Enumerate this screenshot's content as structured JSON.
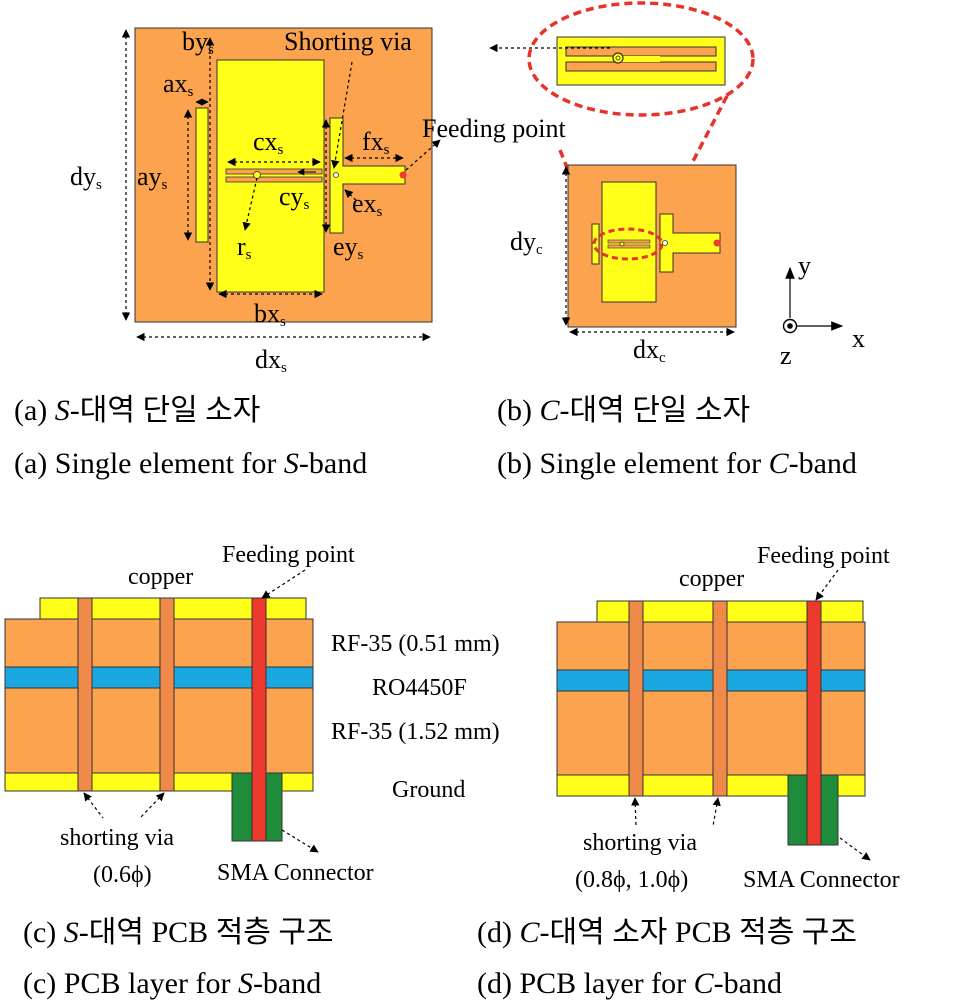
{
  "colors": {
    "substrate": "#FBA34F",
    "copper": "#FFFF1A",
    "prepreg": "#1BA8E0",
    "via": "#F08A4B",
    "feed": "#EE3A2E",
    "connector": "#1E8C3A",
    "dashed_red": "#E8322A"
  },
  "fig_a": {
    "by": "by",
    "by_sub": "s",
    "ax": "ax",
    "ax_sub": "s",
    "ay": "ay",
    "ay_sub": "s",
    "dy": "dy",
    "dy_sub": "s",
    "cx": "cx",
    "cx_sub": "s",
    "cy": "cy",
    "cy_sub": "s",
    "r": "r",
    "r_sub": "s",
    "ey": "ey",
    "ey_sub": "s",
    "ex": "ex",
    "ex_sub": "s",
    "fx": "fx",
    "fx_sub": "s",
    "bx": "bx",
    "bx_sub": "s",
    "dx": "dx",
    "dx_sub": "s",
    "shorting_via": "Shorting via",
    "feeding_point": "Feeding point",
    "caption_ko_prefix": "(a) ",
    "caption_ko_band": "S",
    "caption_ko_rest": "-대역 단일 소자",
    "caption_en_prefix": "(a) Single element for ",
    "caption_en_band": "S",
    "caption_en_rest": "-band"
  },
  "fig_b": {
    "dy": "dy",
    "dy_sub": "c",
    "dx": "dx",
    "dx_sub": "c",
    "axis_y": "y",
    "axis_x": "x",
    "axis_z": "z",
    "caption_ko_prefix": "(b) ",
    "caption_ko_band": "C",
    "caption_ko_rest": "-대역 단일 소자",
    "caption_en_prefix": "(b) Single element for ",
    "caption_en_band": "C",
    "caption_en_rest": "-band"
  },
  "stack": {
    "feeding_point_left": "Feeding point",
    "feeding_point_right": "Feeding point",
    "copper_left": "copper",
    "copper_right": "copper",
    "rf35_top": "RF-35 (0.51 mm)",
    "ro4450f": "RO4450F",
    "rf35_bottom": "RF-35 (1.52 mm)",
    "ground": "Ground",
    "shorting_via_left": "shorting via",
    "shorting_via_left_size": "(0.6ϕ)",
    "shorting_via_right": "shorting via",
    "shorting_via_right_size": "(0.8ϕ, 1.0ϕ)",
    "sma_left": "SMA Connector",
    "sma_right": "SMA Connector"
  },
  "fig_c": {
    "caption_ko_prefix": "(c) ",
    "caption_ko_band": "S",
    "caption_ko_rest": "-대역 PCB 적층 구조",
    "caption_en_prefix": "(c) PCB layer for ",
    "caption_en_band": "S",
    "caption_en_rest": "-band"
  },
  "fig_d": {
    "caption_ko_prefix": "(d) ",
    "caption_ko_band": "C",
    "caption_ko_rest": "-대역 소자 PCB 적층 구조",
    "caption_en_prefix": "(d) PCB layer for ",
    "caption_en_band": "C",
    "caption_en_rest": "-band"
  }
}
